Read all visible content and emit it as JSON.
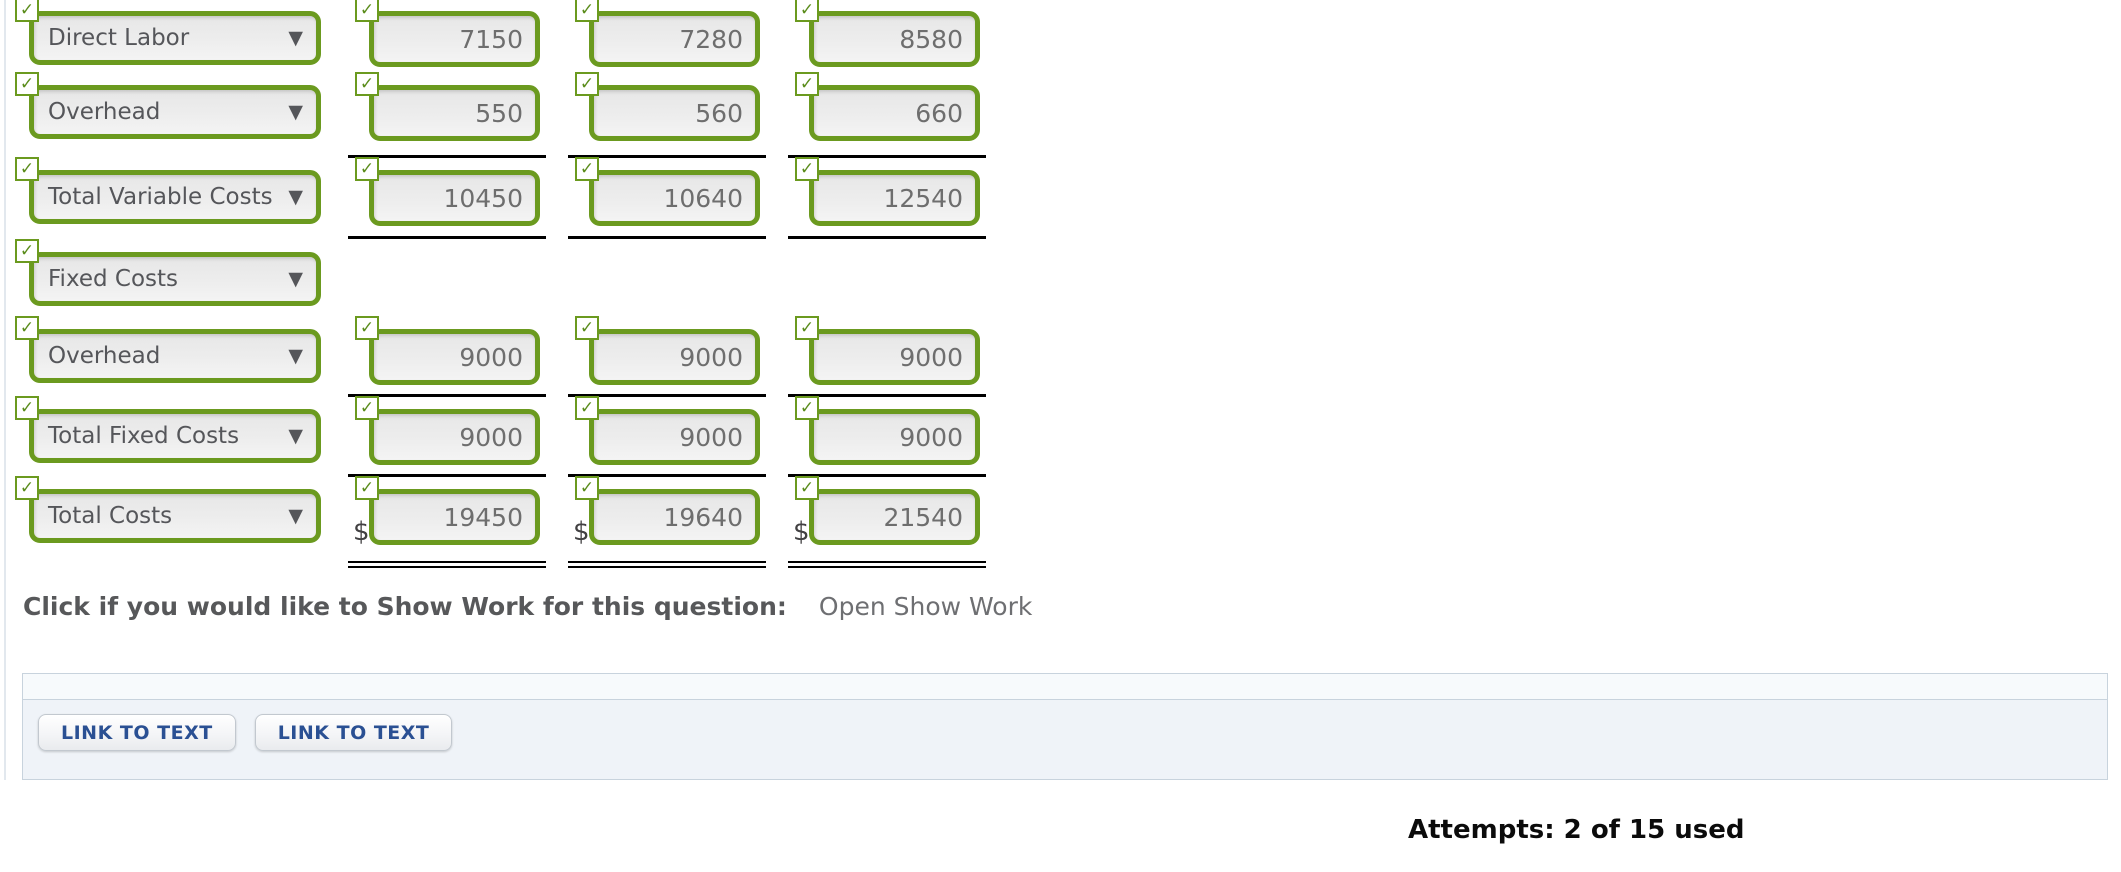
{
  "colors": {
    "validation_green": "#6b9a1f",
    "panel_background": "#eff3f8",
    "panel_border": "#c8d3dd",
    "button_text_blue": "#2a5093",
    "underline_black": "#000000"
  },
  "icons": {
    "checkmark": "✓",
    "dropdown_arrow": "▼",
    "dollar_sign": "$"
  },
  "cost_table": {
    "rows": [
      {
        "label": "Direct Labor",
        "values": [
          "7150",
          "7280",
          "8580"
        ]
      },
      {
        "label": "Overhead",
        "values": [
          "550",
          "560",
          "660"
        ]
      },
      {
        "label": "Total Variable Costs",
        "values": [
          "10450",
          "10640",
          "12540"
        ],
        "line_above": true,
        "line_below": true
      },
      {
        "label": "Fixed Costs",
        "values": null
      },
      {
        "label": "Overhead",
        "values": [
          "9000",
          "9000",
          "9000"
        ]
      },
      {
        "label": "Total Fixed Costs",
        "values": [
          "9000",
          "9000",
          "9000"
        ],
        "line_above": true
      },
      {
        "label": "Total Costs",
        "values": [
          "19450",
          "19640",
          "21540"
        ],
        "line_above": true,
        "double_below": true,
        "dollar_prefix": true
      }
    ]
  },
  "show_work": {
    "prompt": "Click if you would like to Show Work for this question:",
    "link_label": "Open Show Work"
  },
  "footer": {
    "buttons": [
      "LINK TO TEXT",
      "LINK TO TEXT"
    ]
  },
  "attempts": {
    "text": "Attempts: 2 of 15 used"
  }
}
